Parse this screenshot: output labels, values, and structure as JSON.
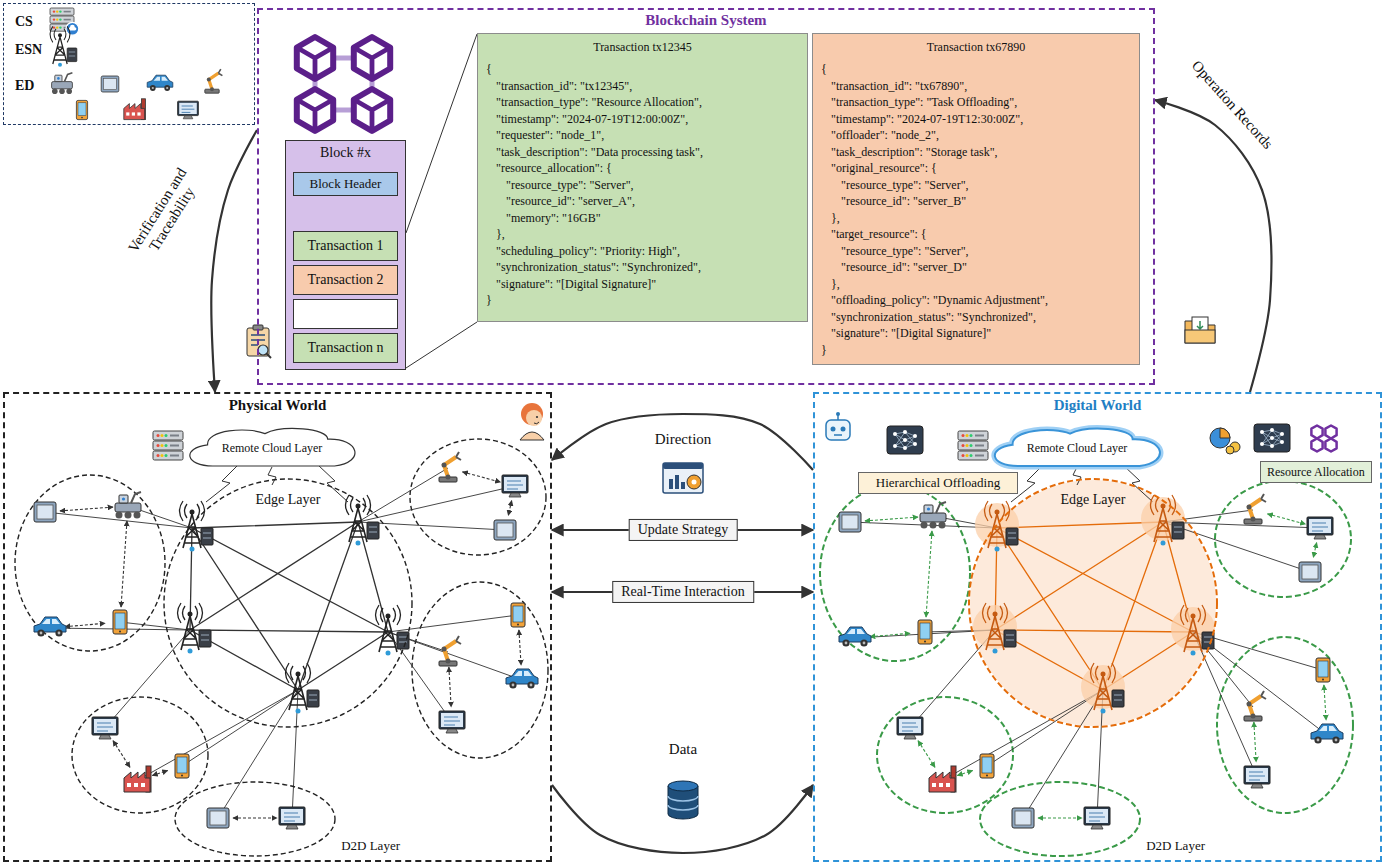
{
  "diagram": {
    "nodes": [
      {
        "text": [
          "Blockchain System"
        ]
      },
      {
        "text": [
          "Block #x"
        ],
        "in": 0
      },
      {
        "text": [
          "Block Header"
        ],
        "in": 1
      },
      {
        "text": [
          "Transaction 1"
        ],
        "in": 1
      },
      {
        "text": [
          "Transaction 2"
        ],
        "in": 1
      },
      {
        "text": [
          "Transaction n"
        ],
        "in": 1
      },
      {
        "text": [
          "Transaction tx12345",
          "{",
          "\"transaction_id\": \"tx12345\",",
          "\"transaction_type\": \"Resource Allocation\",",
          "\"timestamp\": \"2024-07-19T12:00:00Z\",",
          "\"requester\": \"node_1\",",
          "\"task_description\": \"Data processing task\",",
          "\"resource_allocation\": {",
          "\"resource_type\": \"Server\",",
          "\"resource_id\": \"server_A\",",
          "\"memory\": \"16GB\"",
          "},",
          "\"scheduling_policy\": \"Priority: High\",",
          "\"synchronization_status\": \"Synchronized\",",
          "\"signature\": \"[Digital Signature]\"",
          "}"
        ],
        "in": 0
      },
      {
        "text": [
          "Transaction tx67890",
          "{",
          "\"transaction_id\": \"tx67890\",",
          "\"transaction_type\": \"Task Offloading\",",
          "\"timestamp\": \"2024-07-19T12:30:00Z\",",
          "\"offloader\": \"node_2\",",
          "\"task_description\": \"Storage task\",",
          "\"original_resource\": {",
          "\"resource_type\": \"Server\",",
          "\"resource_id\": \"server_B\"",
          "},",
          "\"target_resource\": {",
          "\"resource_type\": \"Server\",",
          "\"resource_id\": \"server_D\"",
          "},",
          "\"offloading_policy\": \"Dynamic Adjustment\",",
          "\"synchronization_status\": \"Synchronized\",",
          "\"signature\": \"[Digital Signature]\"",
          "}"
        ],
        "in": 0
      },
      {
        "text": [
          "Physical World"
        ]
      },
      {
        "text": [
          "Remote Cloud Layer"
        ],
        "in": 8
      },
      {
        "text": [
          "Edge Layer"
        ],
        "in": 8
      },
      {
        "text": [
          "D2D Layer"
        ],
        "in": 8
      },
      {
        "text": [
          "Digital World"
        ]
      },
      {
        "text": [
          "Remote Cloud Layer"
        ],
        "in": 12
      },
      {
        "text": [
          "Hierarchical Offloading"
        ],
        "in": 12
      },
      {
        "text": [
          "Resource Allocation"
        ],
        "in": 12
      },
      {
        "text": [
          "Edge Layer"
        ],
        "in": 12
      },
      {
        "text": [
          "D2D Layer"
        ],
        "in": 12
      }
    ],
    "edges": [
      {
        "from": 0,
        "to": 8,
        "label": "Verification and Traceability",
        "arrow": "to"
      },
      {
        "from": 12,
        "to": 0,
        "label": "Operation Records",
        "arrow": "to"
      },
      {
        "from": 12,
        "to": 8,
        "label": "Direction",
        "arrow": "to"
      },
      {
        "from": 8,
        "to": 12,
        "label": "Update Strategy",
        "arrow": "both"
      },
      {
        "from": 8,
        "to": 12,
        "label": "Real-Time Interaction",
        "arrow": "both"
      },
      {
        "from": 8,
        "to": 12,
        "label": "Data",
        "arrow": "to"
      }
    ],
    "legend": [
      {
        "text": "CS"
      },
      {
        "text": "ESN"
      },
      {
        "text": "ED"
      }
    ]
  }
}
